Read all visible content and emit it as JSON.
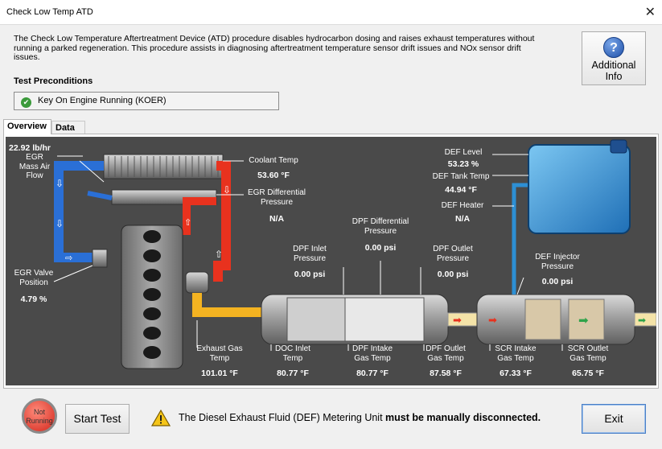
{
  "window": {
    "title": "Check Low Temp ATD",
    "close_glyph": "✕"
  },
  "description": "The Check Low Temperature Aftertreatment Device (ATD) procedure disables hydrocarbon dosing and raises exhaust temperatures without running a parked regeneration. This procedure assists in diagnosing aftertreatment temperature sensor drift issues and NOx sensor drift issues.",
  "additional_info": {
    "label_line1": "Additional",
    "label_line2": "Info",
    "icon": "question-icon"
  },
  "preconditions": {
    "title": "Test Preconditions",
    "items": [
      {
        "label": "Key On Engine Running (KOER)",
        "status": "met"
      }
    ]
  },
  "tabs": [
    {
      "label": "Overview",
      "active": true
    },
    {
      "label": "Data",
      "active": false
    }
  ],
  "diagram": {
    "egr_mass_air_flow": {
      "value": "22.92 lb/hr",
      "label_lines": [
        "EGR",
        "Mass Air",
        "Flow"
      ]
    },
    "coolant_temp": {
      "label": "Coolant Temp",
      "value": "53.60 °F"
    },
    "egr_diff_pressure": {
      "label_lines": [
        "EGR Differential",
        "Pressure"
      ],
      "value": "N/A"
    },
    "egr_valve_position": {
      "label_lines": [
        "EGR Valve",
        "Position"
      ],
      "value": "4.79 %"
    },
    "dpf_diff_pressure": {
      "label_lines": [
        "DPF Differential",
        "Pressure"
      ],
      "value": "0.00 psi"
    },
    "dpf_inlet_pressure": {
      "label_lines": [
        "DPF Inlet",
        "Pressure"
      ],
      "value": "0.00 psi"
    },
    "dpf_outlet_pressure": {
      "label_lines": [
        "DPF Outlet",
        "Pressure"
      ],
      "value": "0.00 psi"
    },
    "def_level": {
      "label": "DEF Level",
      "value": "53.23 %"
    },
    "def_tank_temp": {
      "label": "DEF Tank Temp",
      "value": "44.94 °F"
    },
    "def_heater": {
      "label": "DEF Heater",
      "value": "N/A"
    },
    "def_injector_pressure": {
      "label_lines": [
        "DEF Injector",
        "Pressure"
      ],
      "value": "0.00 psi"
    },
    "exhaust_gas_temp": {
      "label_lines": [
        "Exhaust Gas",
        "Temp"
      ],
      "value": "101.01 °F"
    },
    "doc_inlet_temp": {
      "label_lines": [
        "DOC Inlet",
        "Temp"
      ],
      "value": "80.77 °F"
    },
    "dpf_intake_gas_temp": {
      "label_lines": [
        "DPF Intake",
        "Gas Temp"
      ],
      "value": "80.77 °F"
    },
    "dpf_outlet_gas_temp": {
      "label_lines": [
        "DPF Outlet",
        "Gas Temp"
      ],
      "value": "87.58 °F"
    },
    "scr_intake_gas_temp": {
      "label_lines": [
        "SCR Intake",
        "Gas Temp"
      ],
      "value": "67.33 °F"
    },
    "scr_outlet_gas_temp": {
      "label_lines": [
        "SCR Outlet",
        "Gas Temp"
      ],
      "value": "65.75 °F"
    }
  },
  "engine_status": {
    "label_line1": "Not",
    "label_line2": "Running"
  },
  "start_test": {
    "label": "Start Test"
  },
  "warning": {
    "prefix": "The Diesel Exhaust Fluid (DEF) Metering Unit ",
    "bold": "must be manually disconnected."
  },
  "exit": {
    "label": "Exit"
  },
  "colors": {
    "hot": "#e8321e",
    "cold": "#2a6fd6",
    "def_blue": "#2d8fd4",
    "diagram_bg": "#4a4a4a"
  }
}
